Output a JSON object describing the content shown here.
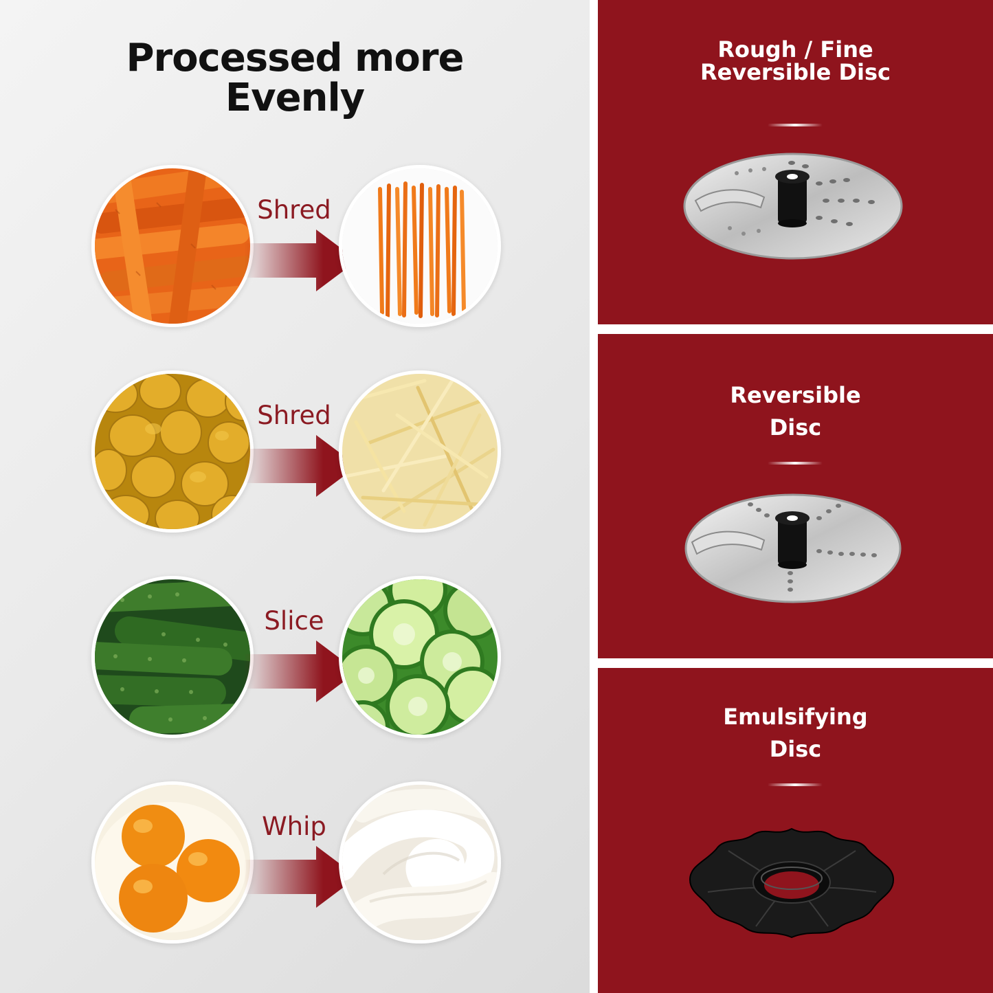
{
  "heading": {
    "line1": "Processed more",
    "line2": "Evenly"
  },
  "processes": [
    {
      "label": "Shred",
      "input": "carrots",
      "output": "shredded-carrots"
    },
    {
      "label": "Shred",
      "input": "potatoes",
      "output": "shredded-potatoes"
    },
    {
      "label": "Slice",
      "input": "cucumbers",
      "output": "sliced-cucumbers"
    },
    {
      "label": "Whip",
      "input": "egg-yolks",
      "output": "whipped-cream"
    }
  ],
  "discs": [
    {
      "line1": "Rough / Fine",
      "line2": "Reversible Disc"
    },
    {
      "line1": "Reversible",
      "line2": "Disc"
    },
    {
      "line1": "Emulsifying",
      "line2": "Disc"
    }
  ],
  "colors": {
    "brand_red": "#8f141d",
    "label_red": "#8b1a22",
    "white": "#ffffff"
  }
}
